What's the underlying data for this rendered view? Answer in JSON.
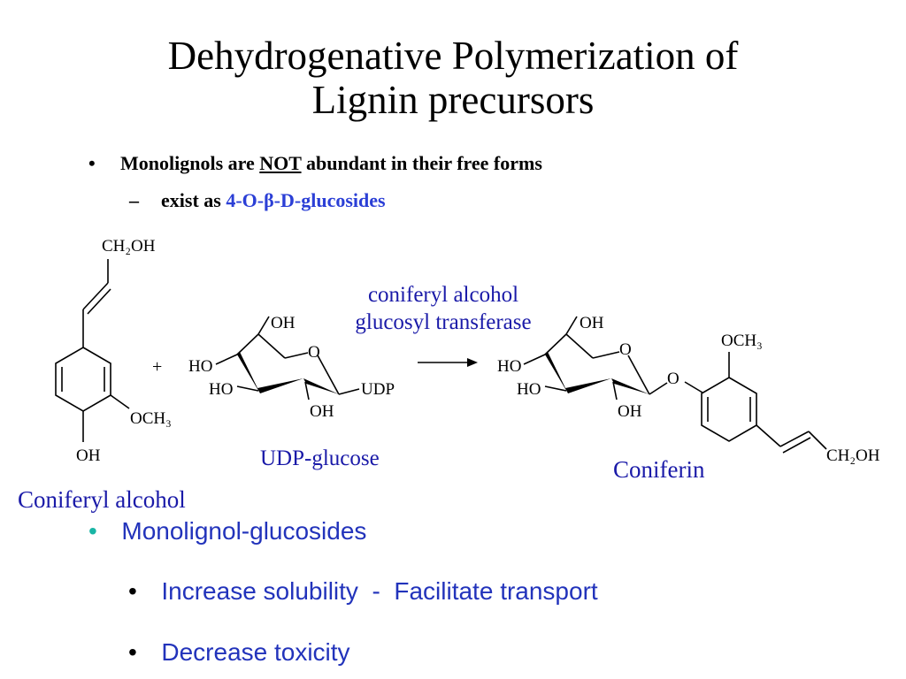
{
  "title": {
    "line1": "Dehydrogenative Polymerization of",
    "line2": "Lignin precursors"
  },
  "bullet1": {
    "marker": "•",
    "text_before": "Monolignols are ",
    "emphasis": "NOT",
    "text_after": " abundant in their free forms"
  },
  "bullet1_sub": {
    "marker": "–",
    "text": "exist as ",
    "highlight": "4-O-β-D-glucosides",
    "highlight_color": "#2b3fd6"
  },
  "reaction": {
    "plus": "+",
    "enzyme_line1": "coniferyl alcohol",
    "enzyme_line2": "glucosyl transferase",
    "reactant1_name": "Coniferyl alcohol",
    "reactant2_name": "UDP-glucose",
    "product_name": "Coniferin",
    "atoms": {
      "ch2oh_left": "CH₂OH",
      "och3_left": "OCH₃",
      "oh_left": "OH",
      "udp_oh_top": "OH",
      "udp_o_ring": "O",
      "udp_ho1": "HO",
      "udp_ho2": "HO",
      "udp_oh_bottom": "OH",
      "udp_group": "UDP",
      "prod_oh_top": "OH",
      "prod_o_ring": "O",
      "prod_ho1": "HO",
      "prod_ho2": "HO",
      "prod_oh_bottom": "OH",
      "prod_o_link": "O",
      "och3_right": "OCH₃",
      "ch2oh_right": "CH₂OH"
    },
    "name_color": "#1a1aa8"
  },
  "bullets2": [
    {
      "marker": "•",
      "text": "Monolignol-glucosides"
    },
    {
      "marker": "•",
      "text": "Increase solubility  -  Facilitate transport"
    },
    {
      "marker": "•",
      "text": "Decrease toxicity"
    }
  ]
}
